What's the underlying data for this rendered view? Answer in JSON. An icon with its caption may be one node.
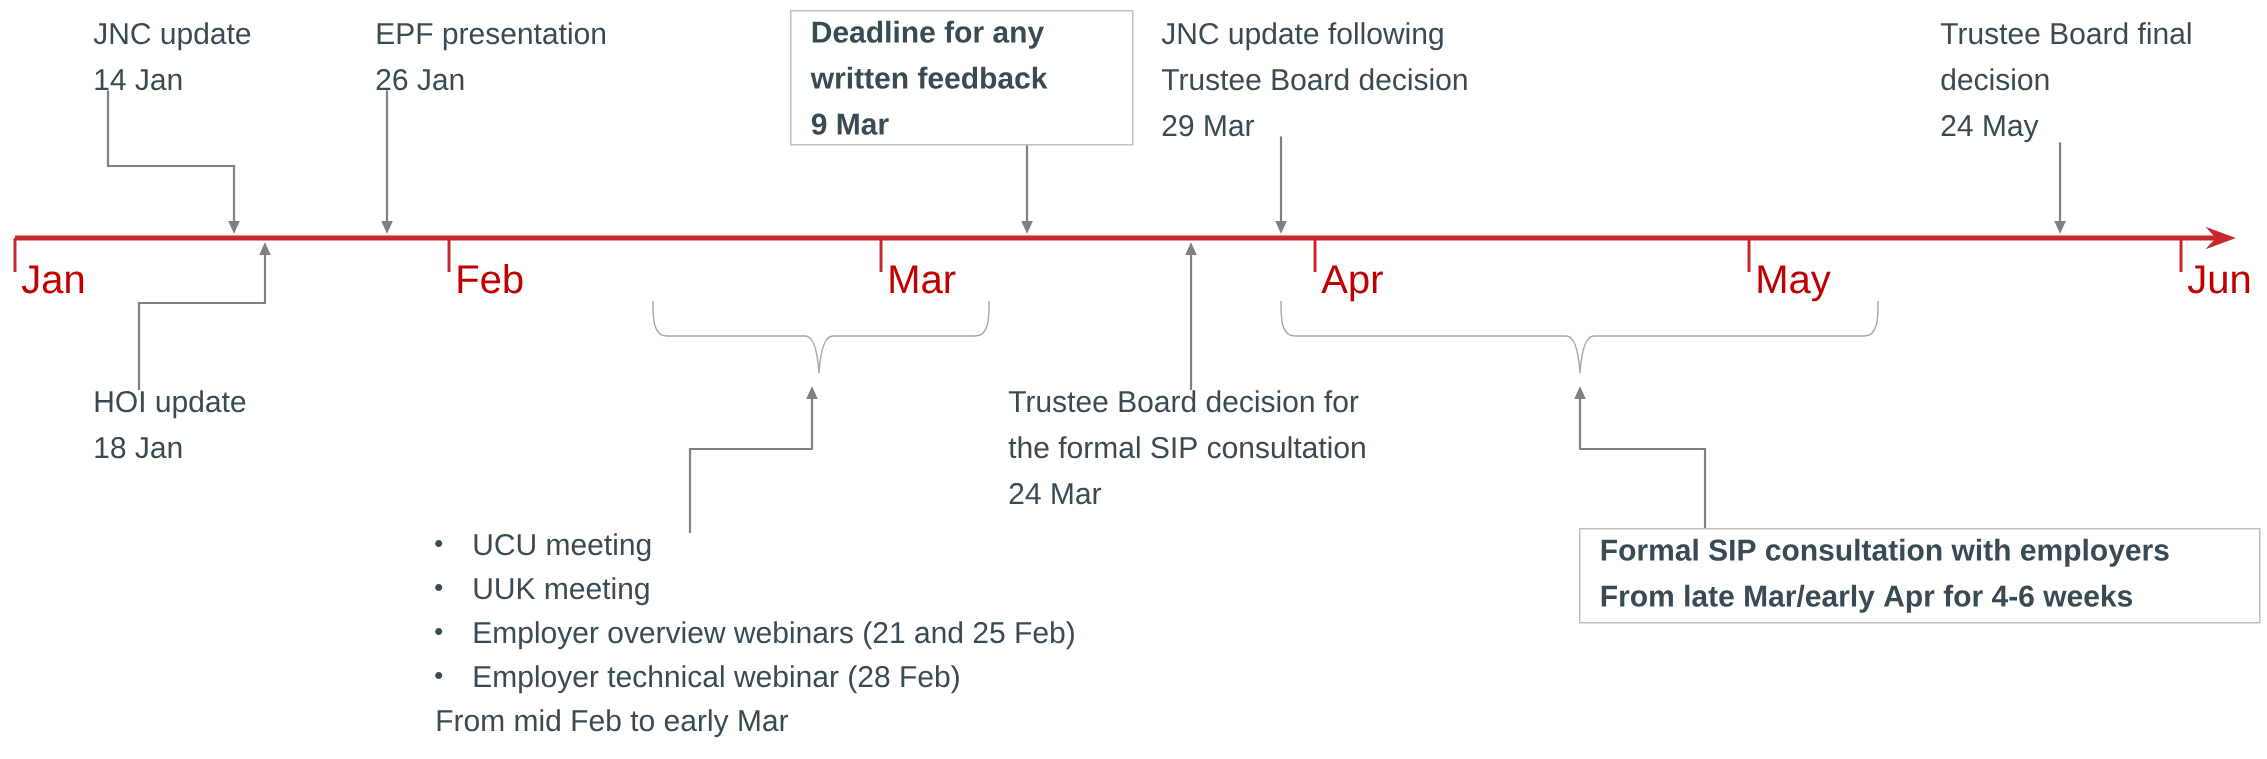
{
  "diagram": {
    "nodes": [
      {
        "text": [
          "JNC update",
          "14 Jan"
        ]
      },
      {
        "text": [
          "EPF presentation",
          "26 Jan"
        ]
      },
      {
        "text": [
          "Deadline for any written feedback",
          "9 Mar"
        ]
      },
      {
        "text": [
          "JNC update following Trustee Board decision",
          "29 Mar"
        ]
      },
      {
        "text": [
          "Trustee Board final decision",
          "24 May"
        ]
      },
      {
        "text": [
          "HOI update",
          "18 Jan"
        ]
      },
      {
        "text": [
          "Trustee Board decision for the formal SIP consultation",
          "24 Mar"
        ]
      },
      {
        "text": [
          "UCU meeting",
          "UUK meeting",
          "Employer overview webinars (21 and 25 Feb)",
          "Employer technical webinar (28 Feb)",
          "From mid Feb to early Mar"
        ]
      },
      {
        "text": [
          "Formal SIP consultation with employers",
          "From late Mar/early Apr for 4-6 weeks"
        ]
      },
      {
        "text": [],
        "shape": "brace"
      },
      {
        "text": [],
        "shape": "brace"
      }
    ],
    "edges": [
      {
        "from": 0,
        "to": null,
        "arrow": "to"
      },
      {
        "from": 1,
        "to": null,
        "arrow": "to"
      },
      {
        "from": 2,
        "to": null,
        "arrow": "to"
      },
      {
        "from": 3,
        "to": null,
        "arrow": "to"
      },
      {
        "from": 4,
        "to": null,
        "arrow": "to"
      },
      {
        "from": 5,
        "to": null,
        "arrow": "to"
      },
      {
        "from": 6,
        "to": null,
        "arrow": "to"
      },
      {
        "from": 7,
        "to": 9,
        "arrow": "to"
      },
      {
        "from": 8,
        "to": 10,
        "arrow": "to"
      }
    ],
    "labels": [
      "Jan",
      "Feb",
      "Mar",
      "Apr",
      "May",
      "Jun"
    ]
  }
}
